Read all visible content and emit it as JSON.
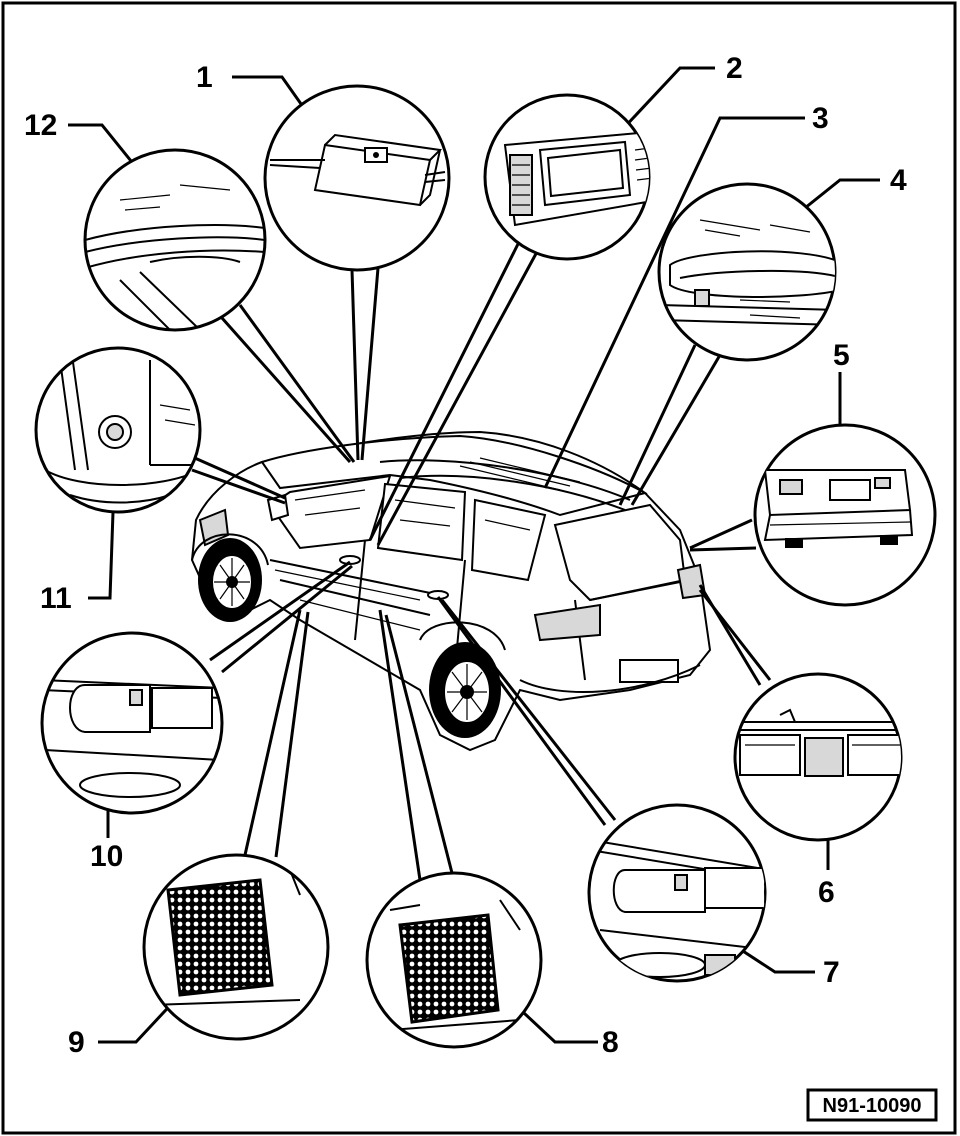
{
  "callouts": [
    "1",
    "2",
    "3",
    "4",
    "5",
    "6",
    "7",
    "8",
    "9",
    "10",
    "11",
    "12"
  ],
  "figure_ref": "N91-10090"
}
